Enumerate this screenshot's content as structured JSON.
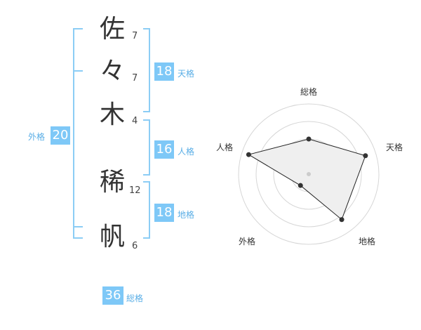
{
  "name": {
    "characters": [
      {
        "char": "佐",
        "strokes": "7"
      },
      {
        "char": "々",
        "strokes": "7"
      },
      {
        "char": "木",
        "strokes": "4"
      },
      {
        "char": "稀",
        "strokes": "12"
      },
      {
        "char": "帆",
        "strokes": "6"
      }
    ]
  },
  "fortunes": {
    "tenkaku": {
      "value": "18",
      "label": "天格"
    },
    "jinkaku": {
      "value": "16",
      "label": "人格"
    },
    "chikaku": {
      "value": "18",
      "label": "地格"
    },
    "gaikaku": {
      "value": "20",
      "label": "外格"
    },
    "soukaku": {
      "value": "36",
      "label": "総格"
    }
  },
  "colors": {
    "accent": "#7ec8f7",
    "bracket": "#8ccdf5",
    "label_text": "#5aaee6"
  },
  "chart_data": {
    "type": "radar",
    "axes": [
      "総格",
      "天格",
      "地格",
      "外格",
      "人格"
    ],
    "values": [
      0.5,
      0.85,
      0.8,
      0.2,
      0.9
    ],
    "max": 1.0,
    "rings": 4,
    "fill_color": "#efefef",
    "line_color": "#222222"
  }
}
